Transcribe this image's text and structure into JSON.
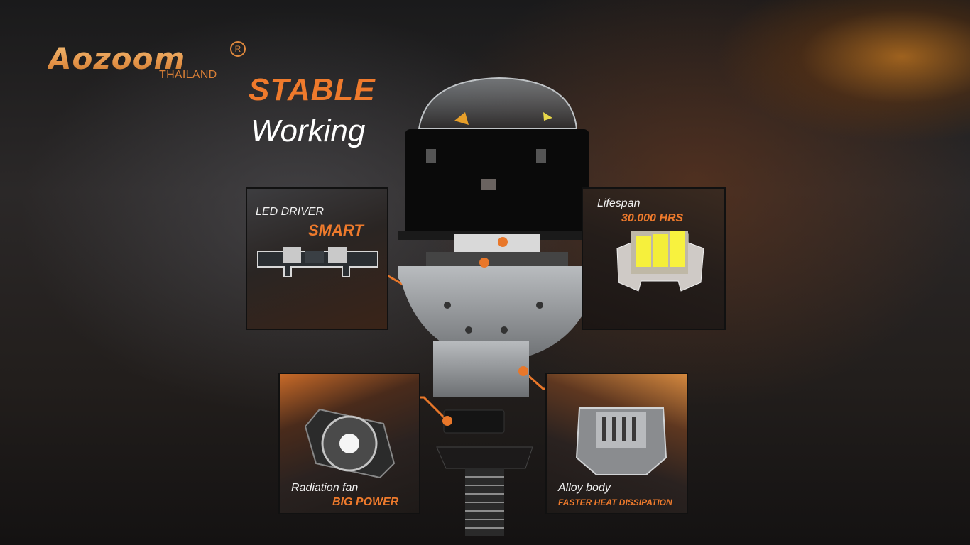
{
  "brand": {
    "name": "Aozoom",
    "registered_mark": "R",
    "region": "THAILAND"
  },
  "headline": {
    "line1": "STABLE",
    "line2": "Working"
  },
  "features": [
    {
      "id": "led-driver",
      "title": "LED DRIVER",
      "highlight": "SMART",
      "image": "led-driver-pcb"
    },
    {
      "id": "lifespan",
      "title": "Lifespan",
      "highlight": "30.000 HRS",
      "image": "led-chip"
    },
    {
      "id": "fan",
      "title": "Radiation fan",
      "highlight": "BIG POWER",
      "image": "cooling-fan"
    },
    {
      "id": "alloy",
      "title": "Alloy body",
      "highlight": "FASTER HEAT DISSIPATION",
      "image": "alloy-bracket"
    }
  ],
  "colors": {
    "accent": "#ee7a2c",
    "logo": "#e59449",
    "text": "#ffffff",
    "background": "#221e1c"
  }
}
